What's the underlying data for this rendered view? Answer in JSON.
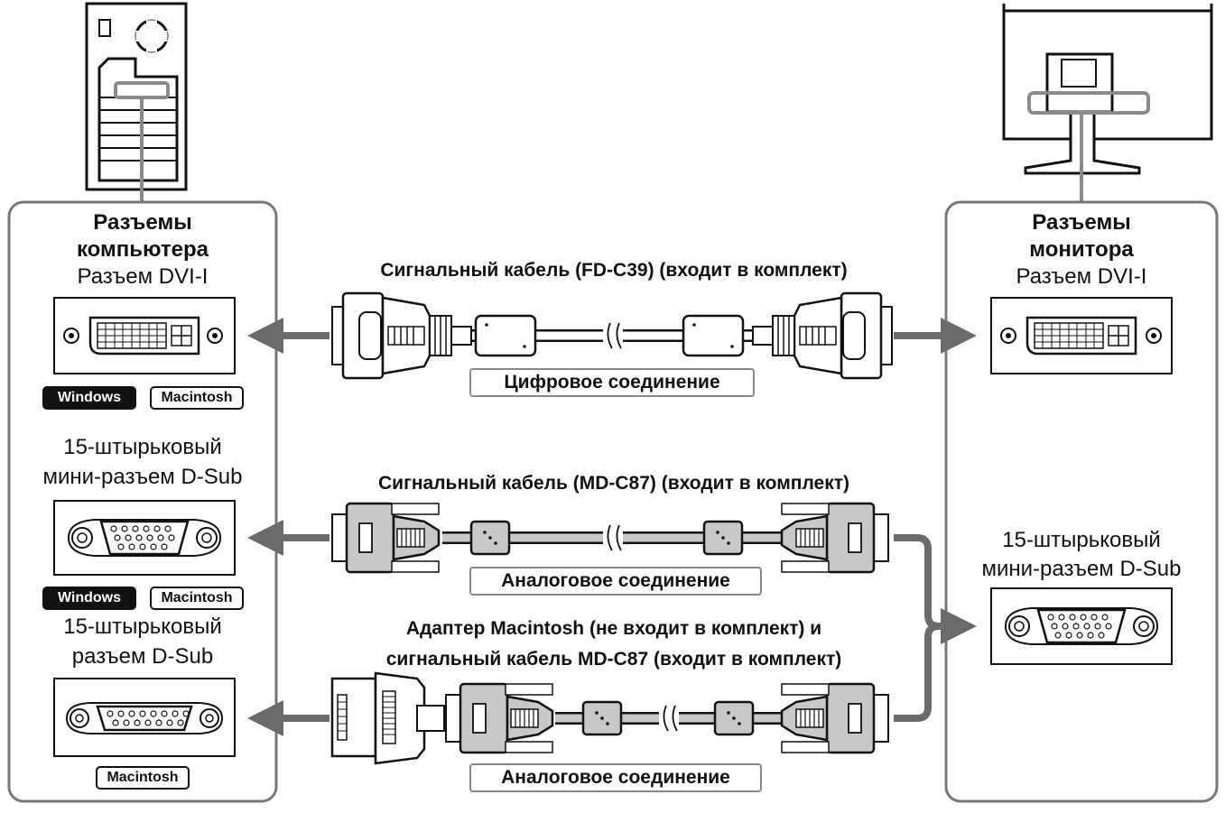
{
  "computer": {
    "title_line1": "Разъемы",
    "title_line2": "компьютера",
    "dvi_label": "Разъем DVI-I",
    "dsub15_mini_line1": "15-штырьковый",
    "dsub15_mini_line2": "мини-разъем D-Sub",
    "dsub15_line1": "15-штырьковый",
    "dsub15_line2": "разъем D-Sub",
    "badges": {
      "windows": "Windows",
      "macintosh": "Macintosh"
    }
  },
  "monitor": {
    "title_line1": "Разъемы",
    "title_line2": "монитора",
    "dvi_label": "Разъем DVI-I",
    "dsub15_mini_line1": "15-штырьковый",
    "dsub15_mini_line2": "мини-разъем D-Sub"
  },
  "cables": {
    "digital_title": "Сигнальный кабель (FD-C39) (входит в комплект)",
    "digital_connection": "Цифровое соединение",
    "analog_title": "Сигнальный кабель (MD-C87) (входит в комплект)",
    "analog_connection": "Аналоговое соединение",
    "mac_title_line1": "Адаптер Macintosh (не входит в комплект) и",
    "mac_title_line2": "сигнальный кабель MD-C87 (входит в комплект)",
    "mac_connection": "Аналоговое соединение"
  },
  "colors": {
    "arrow": "#6b6b6b",
    "panel_border": "#777777",
    "highlight": "#8a8a8a",
    "cable_body": "#c8c8c8",
    "connection_border": "#888888"
  }
}
